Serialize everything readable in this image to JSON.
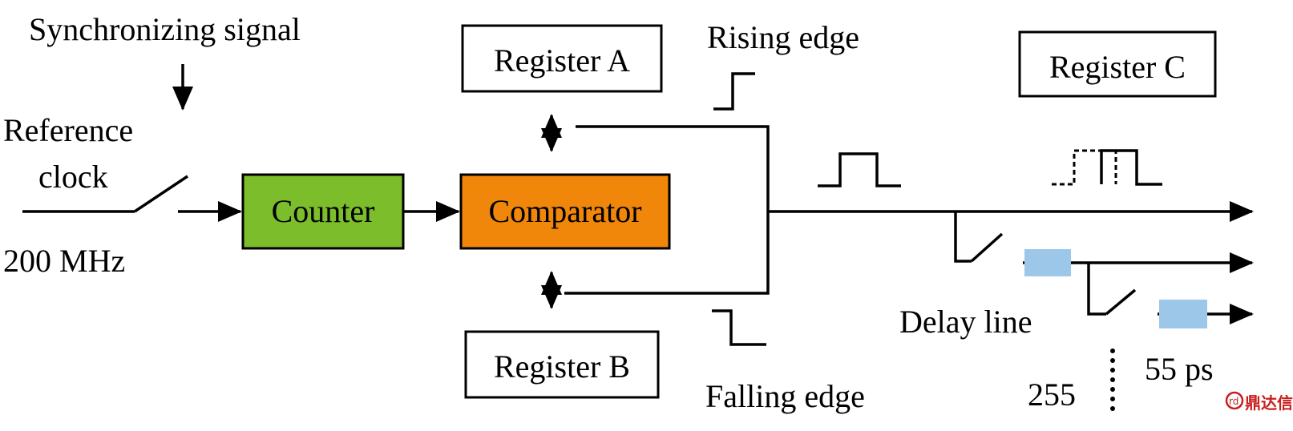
{
  "labels": {
    "sync_signal": "Synchronizing signal",
    "ref_clock_line1": "Reference",
    "ref_clock_line2": "clock",
    "frequency": "200 MHz",
    "rising_edge": "Rising edge",
    "falling_edge": "Falling edge",
    "delay_line": "Delay line",
    "delay_step": "55 ps",
    "tap_count": "255"
  },
  "blocks": {
    "counter": "Counter",
    "comparator": "Comparator",
    "register_a": "Register A",
    "register_b": "Register B",
    "register_c": "Register C"
  },
  "colors": {
    "counter_fill": "#7cbd2b",
    "comparator_fill": "#f0860a",
    "delay_element_fill": "#9dc7e8",
    "block_border": "#000000"
  },
  "watermark": "鼎达信"
}
